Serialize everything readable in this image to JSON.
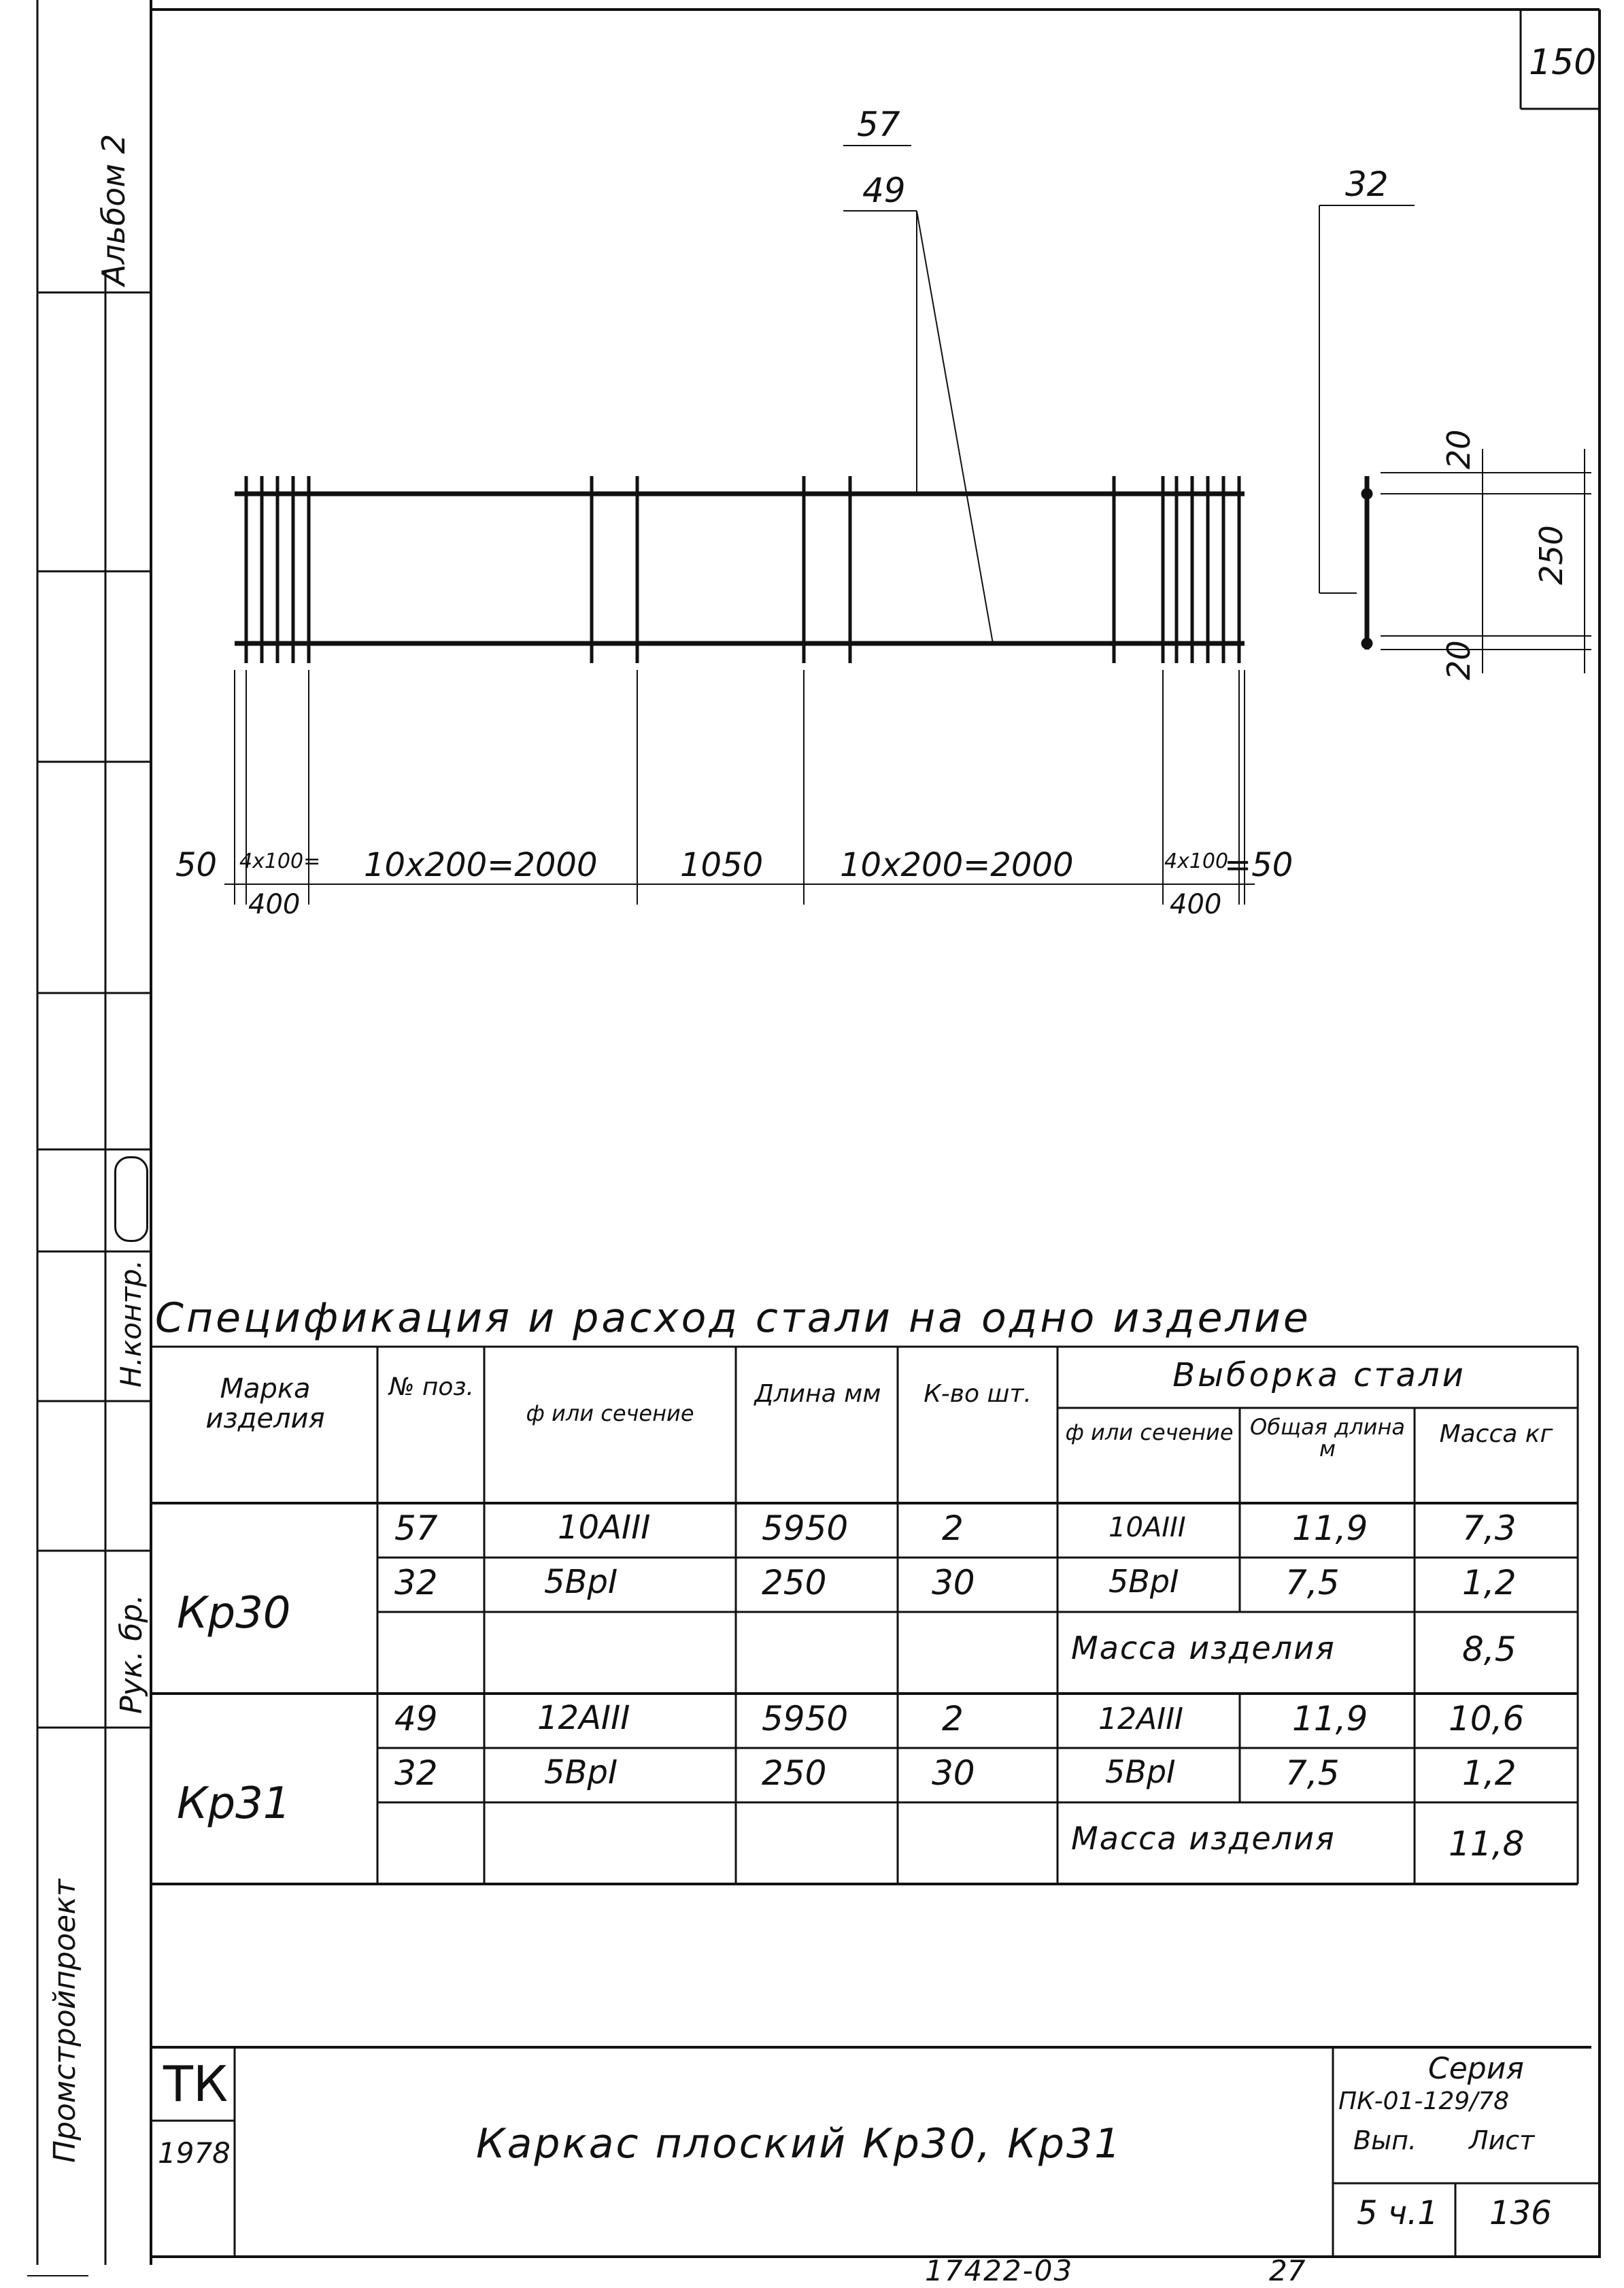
{
  "sheet": {
    "page_number": "150",
    "album": "Альбом 2",
    "sidebar": {
      "org": "Промстройпроект",
      "role_head": "Рук. бр.",
      "role_check": "Н.контр."
    }
  },
  "drawing": {
    "callout_top_a": "57",
    "callout_top_b": "49",
    "callout_side": "32",
    "dim_20_top": "20",
    "dim_250": "250",
    "dim_20_bottom": "20",
    "dims": {
      "d50_left": "50",
      "d4x100_left": "4x100=",
      "d400_left": "400",
      "d10x200_left": "10x200=2000",
      "d1050": "1050",
      "d10x200_right": "10x200=2000",
      "d4x100_right": "4x100",
      "d50_right": "=50",
      "d400_right": "400"
    }
  },
  "spec": {
    "title": "Спецификация и расход стали на одно изделие",
    "headers": {
      "mark": "Марка изделия",
      "pos": "№ поз.",
      "section": "ф или сечение",
      "length": "Длина мм",
      "qty": "К-во шт.",
      "selection": "Выборка стали",
      "sel_section": "ф или сечение",
      "sel_total_length": "Общая длина м",
      "sel_mass": "Масса кг"
    },
    "items": [
      {
        "mark": "Кр30",
        "rows": [
          {
            "pos": "57",
            "section": "10AIII",
            "length": "5950",
            "qty": "2",
            "sel_section": "10AIII",
            "total_length": "11,9",
            "mass": "7,3"
          },
          {
            "pos": "32",
            "section": "5BpI",
            "length": "250",
            "qty": "30",
            "sel_section": "5BpI",
            "total_length": "7,5",
            "mass": "1,2"
          }
        ],
        "mass_label": "Масса изделия",
        "mass_total": "8,5"
      },
      {
        "mark": "Кр31",
        "rows": [
          {
            "pos": "49",
            "section": "12AIII",
            "length": "5950",
            "qty": "2",
            "sel_section": "12AIII",
            "total_length": "11,9",
            "mass": "10,6"
          },
          {
            "pos": "32",
            "section": "5BpI",
            "length": "250",
            "qty": "30",
            "sel_section": "5BpI",
            "total_length": "7,5",
            "mass": "1,2"
          }
        ],
        "mass_label": "Масса изделия",
        "mass_total": "11,8"
      }
    ]
  },
  "title_block": {
    "code": "ТК",
    "year": "1978",
    "title": "Каркас плоский Кр30, Кр31",
    "series_label": "Серия",
    "series_value": "ПК-01-129/78",
    "issue_label": "Вып.",
    "issue_value": "5 ч.1",
    "sheet_label": "Лист",
    "sheet_value": "136"
  },
  "footer": {
    "number": "17422-03",
    "page": "27"
  }
}
